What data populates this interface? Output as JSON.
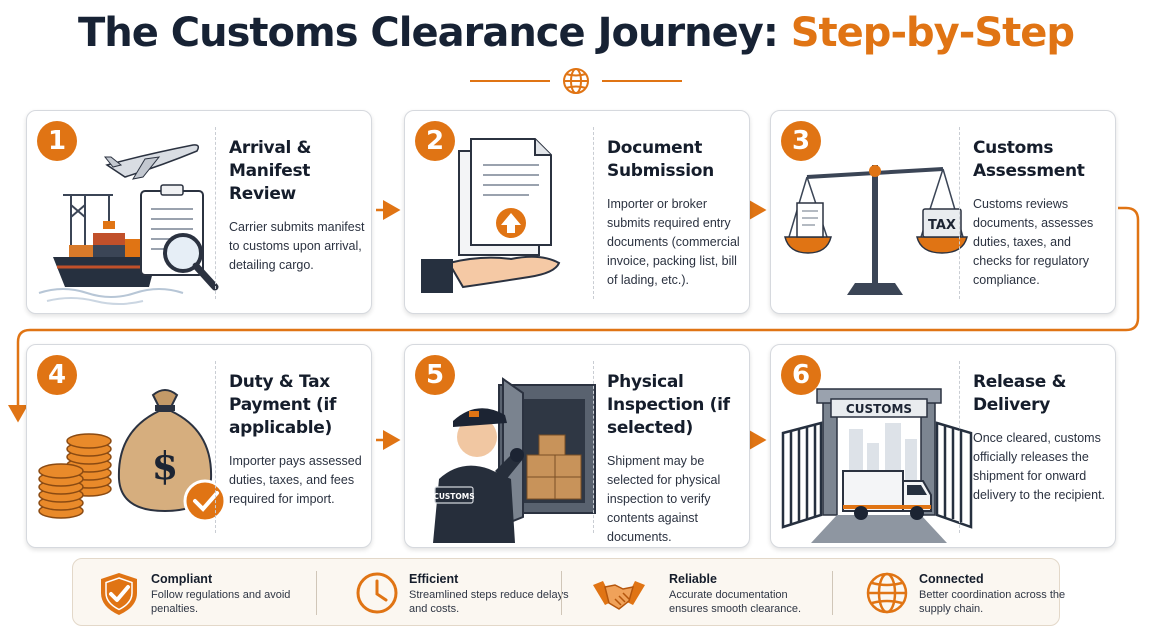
{
  "title": {
    "main": "The Customs Clearance Journey: ",
    "accent": "Step-by-Step"
  },
  "steps": [
    {
      "number": "1",
      "title": "Arrival & Manifest Review",
      "description": "Carrier submits manifest to customs upon arrival, detailing cargo."
    },
    {
      "number": "2",
      "title": "Document Submission",
      "description": "Importer or broker submits required entry documents (commercial invoice, packing list, bill of lading, etc.)."
    },
    {
      "number": "3",
      "title": "Customs Assessment",
      "description": "Customs reviews documents, assesses duties, taxes, and checks for regulatory compliance."
    },
    {
      "number": "4",
      "title": "Duty & Tax Payment (if applicable)",
      "description": "Importer pays assessed duties, taxes, and fees required for import."
    },
    {
      "number": "5",
      "title": "Physical Inspection (if selected)",
      "description": "Shipment may be selected for physical inspection to verify contents against documents."
    },
    {
      "number": "6",
      "title": "Release & Delivery",
      "description": "Once cleared, customs officially releases the shipment for onward delivery to the recipient."
    }
  ],
  "illustration_labels": {
    "tax": "TAX",
    "dollar": "$",
    "customs_sign": "CUSTOMS",
    "customs_patch": "CUSTOMS"
  },
  "benefits": [
    {
      "title": "Compliant",
      "description": "Follow regulations and avoid penalties.",
      "icon": "shield-check-icon"
    },
    {
      "title": "Efficient",
      "description": "Streamlined steps reduce delays and costs.",
      "icon": "clock-icon"
    },
    {
      "title": "Reliable",
      "description": "Accurate documentation ensures smooth clearance.",
      "icon": "handshake-icon"
    },
    {
      "title": "Connected",
      "description": "Better coordination across the supply chain.",
      "icon": "globe-icon"
    }
  ],
  "colors": {
    "accent": "#e07414",
    "navy": "#172234"
  }
}
